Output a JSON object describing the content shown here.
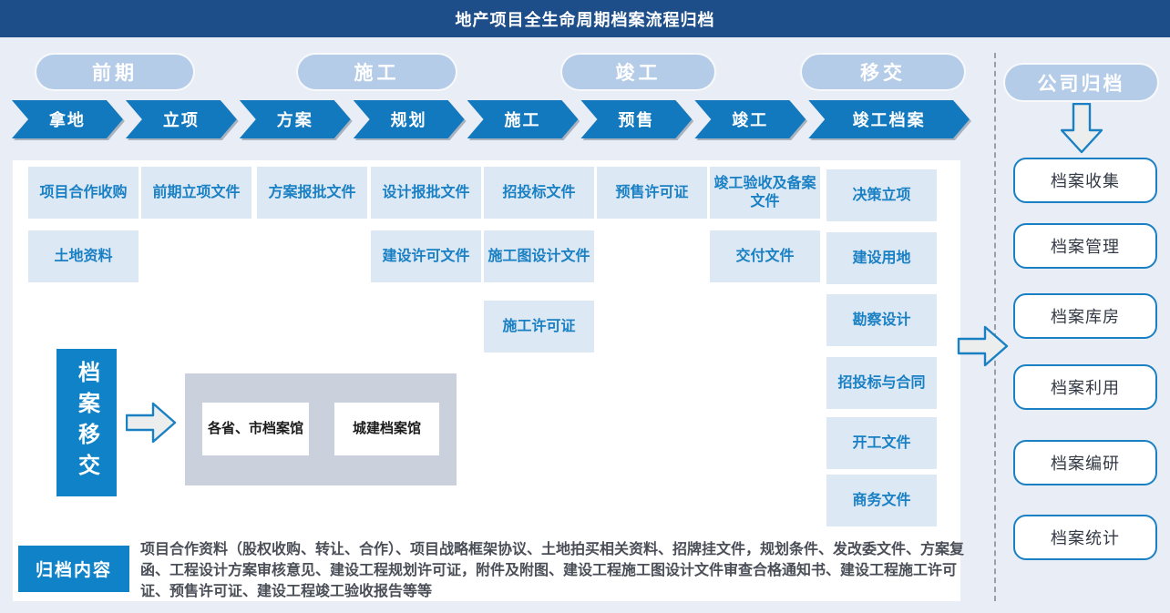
{
  "header": {
    "title": "地产项目全生命周期档案流程归档"
  },
  "phases": [
    "前期",
    "施工",
    "竣工",
    "移交"
  ],
  "stages": [
    "拿地",
    "立项",
    "方案",
    "规划",
    "施工",
    "预售",
    "竣工",
    "竣工档案"
  ],
  "columns": [
    {
      "stage": "拿地",
      "boxes": [
        "项目合作收购",
        "土地资料"
      ]
    },
    {
      "stage": "立项",
      "boxes": [
        "前期立项文件"
      ]
    },
    {
      "stage": "方案",
      "boxes": [
        "方案报批文件"
      ]
    },
    {
      "stage": "规划",
      "boxes": [
        "设计报批文件",
        "建设许可文件"
      ]
    },
    {
      "stage": "施工",
      "boxes": [
        "招投标文件",
        "施工图设计文件",
        "施工许可证"
      ]
    },
    {
      "stage": "预售",
      "boxes": [
        "预售许可证"
      ]
    },
    {
      "stage": "竣工",
      "boxes": [
        "竣工验收及备案文件",
        "交付文件"
      ]
    },
    {
      "stage": "竣工档案",
      "boxes": [
        "决策立项",
        "建设用地",
        "勘察设计",
        "招投标与合同",
        "开工文件",
        "商务文件"
      ]
    }
  ],
  "transfer": {
    "label": "档案移交",
    "targets": [
      "各省、市档案馆",
      "城建档案馆"
    ]
  },
  "archive_content": {
    "label": "归档内容",
    "text": "项目合作资料（股权收购、转让、合作）、项目战略框架协议、土地拍买相关资料、招牌挂文件，规划条件、发改委文件、方案复函、工程设计方案审核意见、建设工程规划许可证，附件及附图、建设工程施工图设计文件审查合格通知书、建设工程施工许可证、预售许可证、建设工程竣工验收报告等等"
  },
  "company_archive": {
    "title": "公司归档",
    "items": [
      "档案收集",
      "档案管理",
      "档案库房",
      "档案利用",
      "档案编研",
      "档案统计"
    ]
  },
  "icons": {
    "transfer_arrow": "arrow-right",
    "handover_arrow": "arrow-right",
    "company_archive_arrow": "arrow-down"
  },
  "colors": {
    "header_bg": "#1d4e8a",
    "page_bg": "#e9edf5",
    "panel_bg": "#ffffff",
    "pill_bg": "#b5cce8",
    "stage_arrow_bg": "#1379bf",
    "doc_box_bg": "#dce8f4",
    "doc_box_text": "#1a80c4",
    "solid_blue": "#0f82c8",
    "gray_container": "#cbd1dc",
    "right_box_border": "#1a80c4",
    "bottom_text": "#4a4e57"
  }
}
